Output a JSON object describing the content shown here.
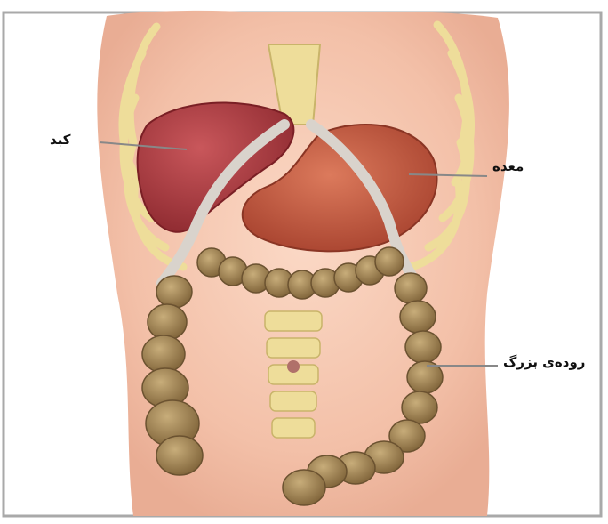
{
  "figure": {
    "labels": {
      "liver": "کبد",
      "stomach": "معده",
      "large_intestine": "روده‌ی بزرگ"
    },
    "colors": {
      "frame": "#a9a9a9",
      "skin": "#f6c8b2",
      "liver": "#a8323a",
      "stomach": "#c8543e",
      "colon": "#9c8150",
      "rib": "#eedd9a",
      "vessel": "#cfc6bd",
      "leader": "#888888"
    }
  }
}
